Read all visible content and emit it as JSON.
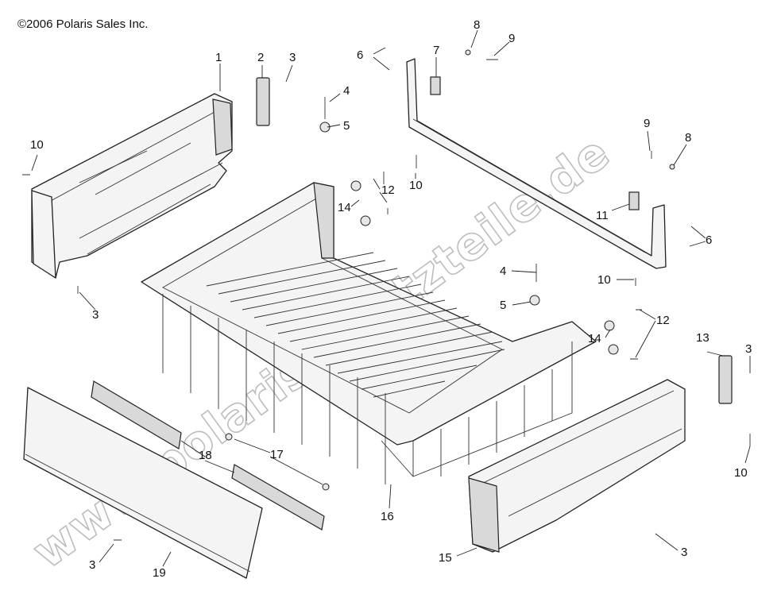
{
  "copyright": "©2006 Polaris Sales Inc.",
  "watermark": "www.polarisersatzteile.de",
  "callouts": [
    {
      "id": "c1",
      "text": "1"
    },
    {
      "id": "c2",
      "text": "2"
    },
    {
      "id": "c3a",
      "text": "3"
    },
    {
      "id": "c4a",
      "text": "4"
    },
    {
      "id": "c5a",
      "text": "5"
    },
    {
      "id": "c6a",
      "text": "6"
    },
    {
      "id": "c7",
      "text": "7"
    },
    {
      "id": "c8a",
      "text": "8"
    },
    {
      "id": "c9a",
      "text": "9"
    },
    {
      "id": "c9b",
      "text": "9"
    },
    {
      "id": "c8b",
      "text": "8"
    },
    {
      "id": "c10a",
      "text": "10"
    },
    {
      "id": "c10b",
      "text": "10"
    },
    {
      "id": "c12a",
      "text": "12"
    },
    {
      "id": "c14a",
      "text": "14"
    },
    {
      "id": "c11",
      "text": "11"
    },
    {
      "id": "c6b",
      "text": "6"
    },
    {
      "id": "c4b",
      "text": "4"
    },
    {
      "id": "c10c",
      "text": "10"
    },
    {
      "id": "c5b",
      "text": "5"
    },
    {
      "id": "c3b",
      "text": "3"
    },
    {
      "id": "c12b",
      "text": "12"
    },
    {
      "id": "c14b",
      "text": "14"
    },
    {
      "id": "c13",
      "text": "13"
    },
    {
      "id": "c3c",
      "text": "3"
    },
    {
      "id": "c10d",
      "text": "10"
    },
    {
      "id": "c17",
      "text": "17"
    },
    {
      "id": "c18",
      "text": "18"
    },
    {
      "id": "c16",
      "text": "16"
    },
    {
      "id": "c15",
      "text": "15"
    },
    {
      "id": "c3d",
      "text": "3"
    },
    {
      "id": "c3e",
      "text": "3"
    },
    {
      "id": "c19",
      "text": "19"
    }
  ]
}
